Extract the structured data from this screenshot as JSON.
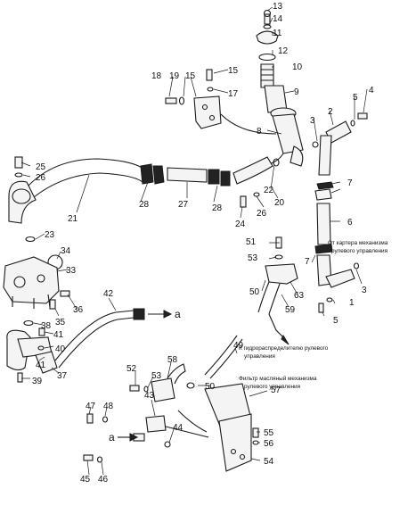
{
  "callouts": {
    "n1": "1",
    "n2": "2",
    "n3": "3",
    "n3b": "3",
    "n4": "4",
    "n5": "5",
    "n5b": "5",
    "n6": "6",
    "n7": "7",
    "n7b": "7",
    "n8": "8",
    "n9": "9",
    "n10": "10",
    "n11": "11",
    "n12": "12",
    "n13": "13",
    "n14": "14",
    "n15": "15",
    "n15b": "15",
    "n17": "17",
    "n18": "18",
    "n19": "19",
    "n20": "20",
    "n21": "21",
    "n22": "22",
    "n23": "23",
    "n24": "24",
    "n25": "25",
    "n26": "26",
    "n26b": "26",
    "n27": "27",
    "n28": "28",
    "n28b": "28",
    "n33": "33",
    "n34": "34",
    "n35": "35",
    "n36": "36",
    "n37": "37",
    "n38": "38",
    "n39": "39",
    "n40": "40",
    "n41": "41",
    "n41b": "41",
    "n42": "42",
    "n43": "43",
    "n44": "44",
    "n45": "45",
    "n46": "46",
    "n47": "47",
    "n48": "48",
    "n49": "49",
    "n50": "50",
    "n50b": "50",
    "n51": "51",
    "n52": "52",
    "n53": "53",
    "n53b": "53",
    "n54": "54",
    "n55": "55",
    "n56": "56",
    "n57": "57",
    "n58": "58",
    "n59": "59",
    "n63": "63"
  },
  "notes": {
    "from_case_l1": "От картера механизма",
    "from_case_l2": "рулевого управления",
    "to_valve_l1": "К гидрораспределителю рулевого",
    "to_valve_l2": "управления",
    "filter_l1": "Фильтр масляный механизма",
    "filter_l2": "рулевого управления"
  },
  "arrow_labels": {
    "a_out": "a",
    "a_in": "a"
  }
}
